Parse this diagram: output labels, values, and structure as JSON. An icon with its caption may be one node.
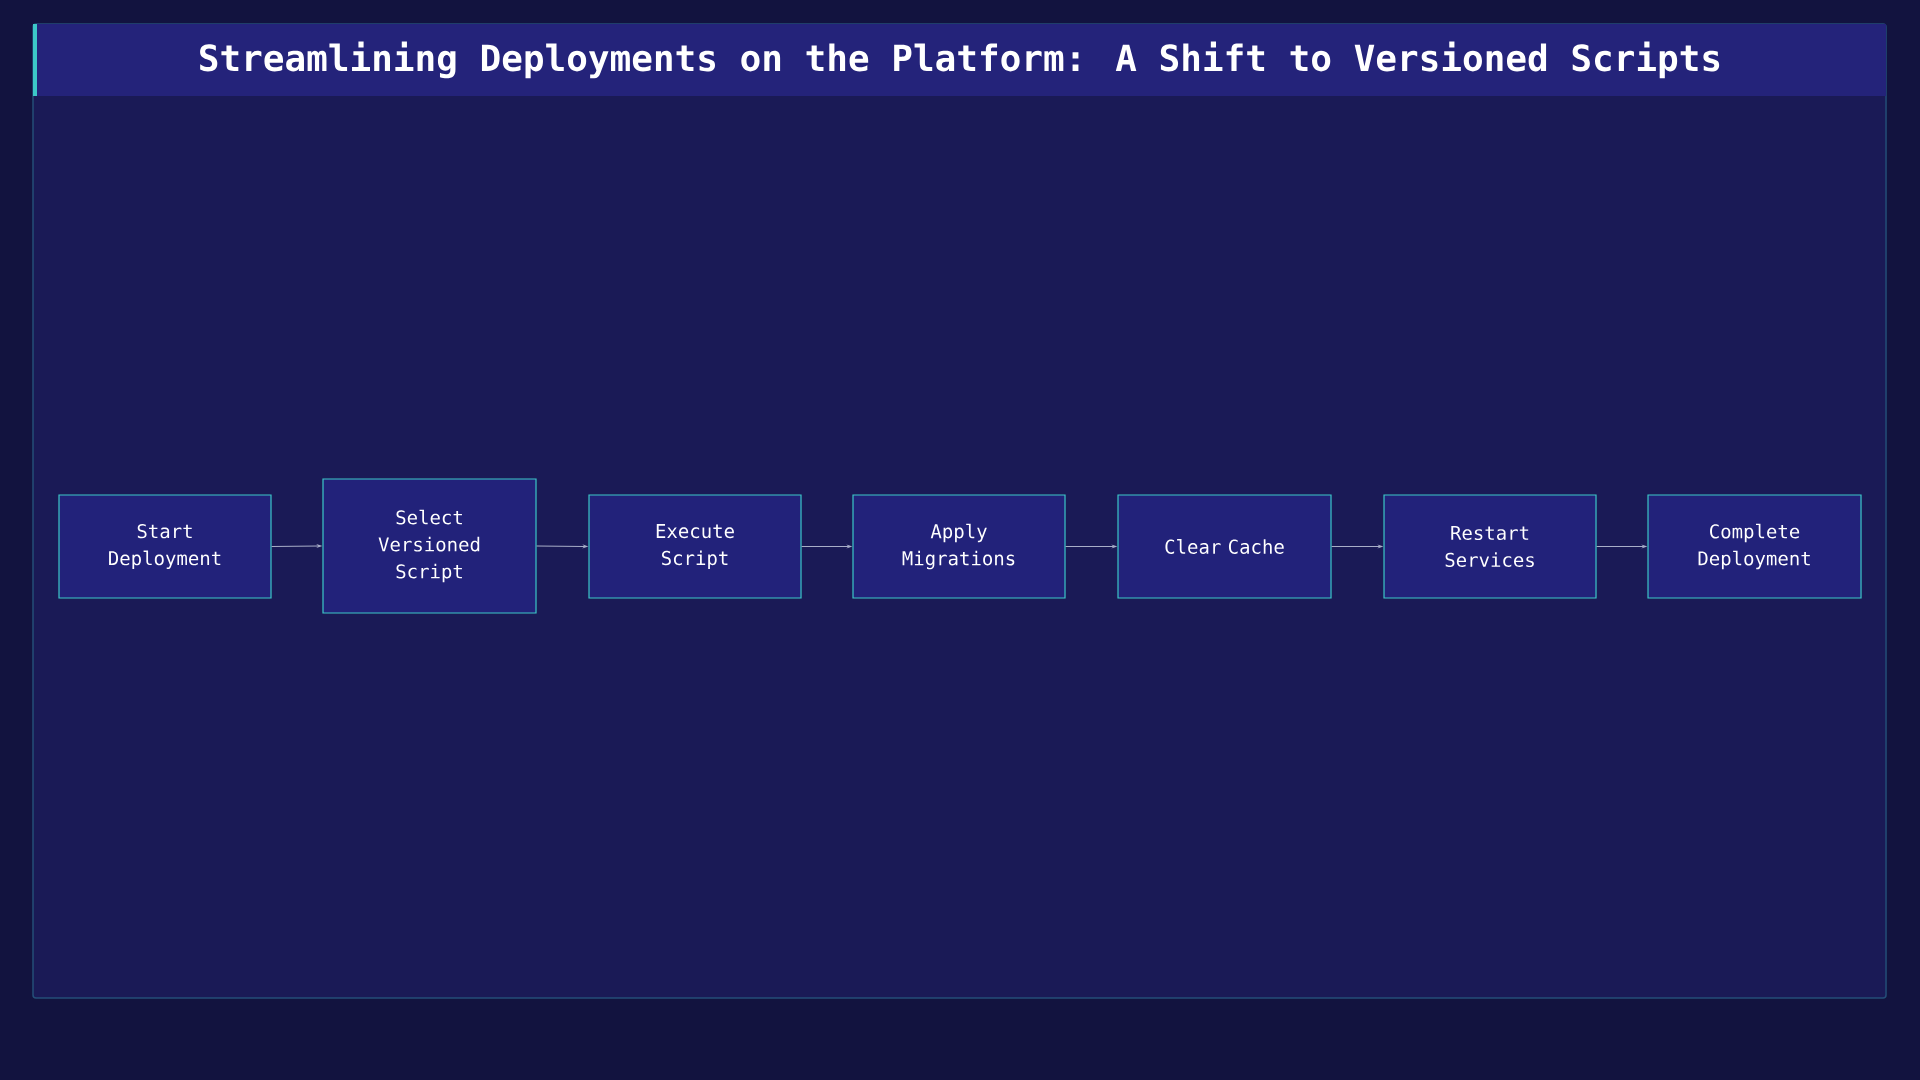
{
  "diagram": {
    "title": "Streamlining Deployments on the Platform: A Shift to Versioned Scripts",
    "nodes": [
      {
        "text": [
          "Start Deployment"
        ]
      },
      {
        "text": [
          "Select Versioned Script"
        ]
      },
      {
        "text": [
          "Execute Script"
        ]
      },
      {
        "text": [
          "Apply Migrations"
        ]
      },
      {
        "text": [
          "Clear Cache"
        ]
      },
      {
        "text": [
          "Restart Services"
        ]
      },
      {
        "text": [
          "Complete Deployment"
        ]
      }
    ],
    "edges": [
      {
        "from": 0,
        "to": 1,
        "arrow": "to"
      },
      {
        "from": 1,
        "to": 2,
        "arrow": "to"
      },
      {
        "from": 2,
        "to": 3,
        "arrow": "to"
      },
      {
        "from": 3,
        "to": 4,
        "arrow": "to"
      },
      {
        "from": 4,
        "to": 5,
        "arrow": "to"
      },
      {
        "from": 5,
        "to": 6,
        "arrow": "to"
      }
    ]
  }
}
